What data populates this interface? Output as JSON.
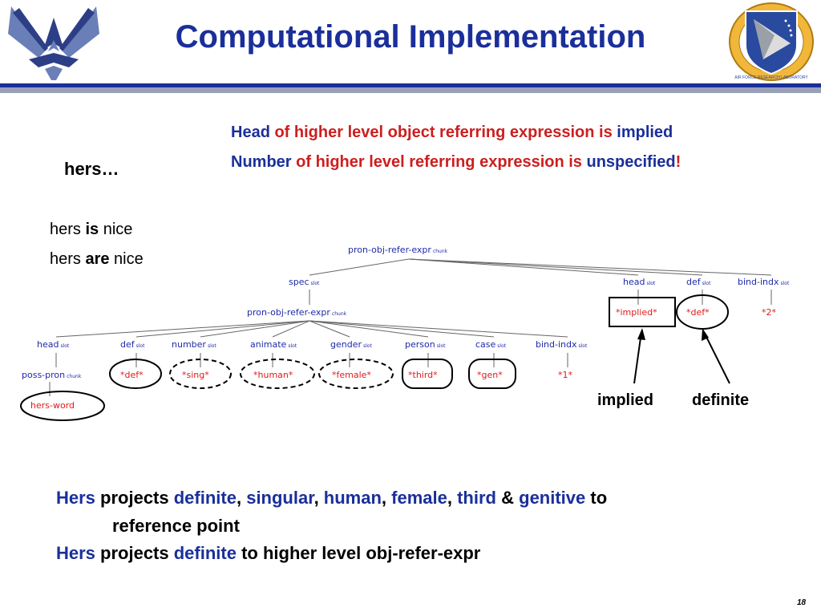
{
  "slide": {
    "title": "Computational Implementation",
    "page_number": "18",
    "left_logo_icon": "usaf-wings-icon",
    "right_logo_icon": "afrl-seal-icon",
    "seal_text": "AIR FORCE RESEARCH LABORATORY"
  },
  "header_lines": [
    {
      "a": "Head",
      "b": " of higher level object referring expression is ",
      "c": "implied",
      "d": ""
    },
    {
      "a": "Number",
      "b": " of higher level referring expression is ",
      "c": "unspecified",
      "d": "!"
    }
  ],
  "hers_heading": "hers…",
  "examples": [
    {
      "w1": "hers ",
      "w2": "is",
      "w3": " nice"
    },
    {
      "w1": "hers ",
      "w2": "are",
      "w3": " nice"
    }
  ],
  "tree": {
    "top": "pron-obj-refer-expr",
    "top_sub": "chunk",
    "spec": "spec",
    "head": "head",
    "def": "def",
    "bind": "bind-indx",
    "slot": "slot",
    "inner": "pron-obj-refer-expr",
    "inner_sub": "chunk",
    "val_implied": "*implied*",
    "val_def": "*def*",
    "val_2": "*2*",
    "inner_slots": [
      "head",
      "def",
      "number",
      "animate",
      "gender",
      "person",
      "case",
      "bind-indx"
    ],
    "inner_values": [
      "*def*",
      "*sing*",
      "*human*",
      "*female*",
      "*third*",
      "*gen*",
      "*1*"
    ],
    "poss": "poss-pron",
    "poss_sub": "chunk",
    "word": "hers-word"
  },
  "labels": {
    "implied": "implied",
    "definite": "definite"
  },
  "summary": {
    "line1": [
      {
        "t": "Hers",
        "c": "b"
      },
      {
        "t": " projects ",
        "c": "k"
      },
      {
        "t": "definite",
        "c": "b"
      },
      {
        "t": ", ",
        "c": "k"
      },
      {
        "t": "singular",
        "c": "b"
      },
      {
        "t": ", ",
        "c": "k"
      },
      {
        "t": "human",
        "c": "b"
      },
      {
        "t": ", ",
        "c": "k"
      },
      {
        "t": "female",
        "c": "b"
      },
      {
        "t": ", ",
        "c": "k"
      },
      {
        "t": "third",
        "c": "b"
      },
      {
        "t": " & ",
        "c": "k"
      },
      {
        "t": "genitive",
        "c": "b"
      },
      {
        "t": " to",
        "c": "k"
      }
    ],
    "line1_cont": "reference point",
    "line2": [
      {
        "t": "Hers",
        "c": "b"
      },
      {
        "t": " projects ",
        "c": "k"
      },
      {
        "t": "definite",
        "c": "b"
      },
      {
        "t": " to higher level obj-refer-expr",
        "c": "k"
      }
    ]
  },
  "colors": {
    "accent_blue": "#1a2f9a",
    "red": "#cc1f1f",
    "tree_blue": "#1f2aa8",
    "tree_red": "#e01a1a"
  }
}
